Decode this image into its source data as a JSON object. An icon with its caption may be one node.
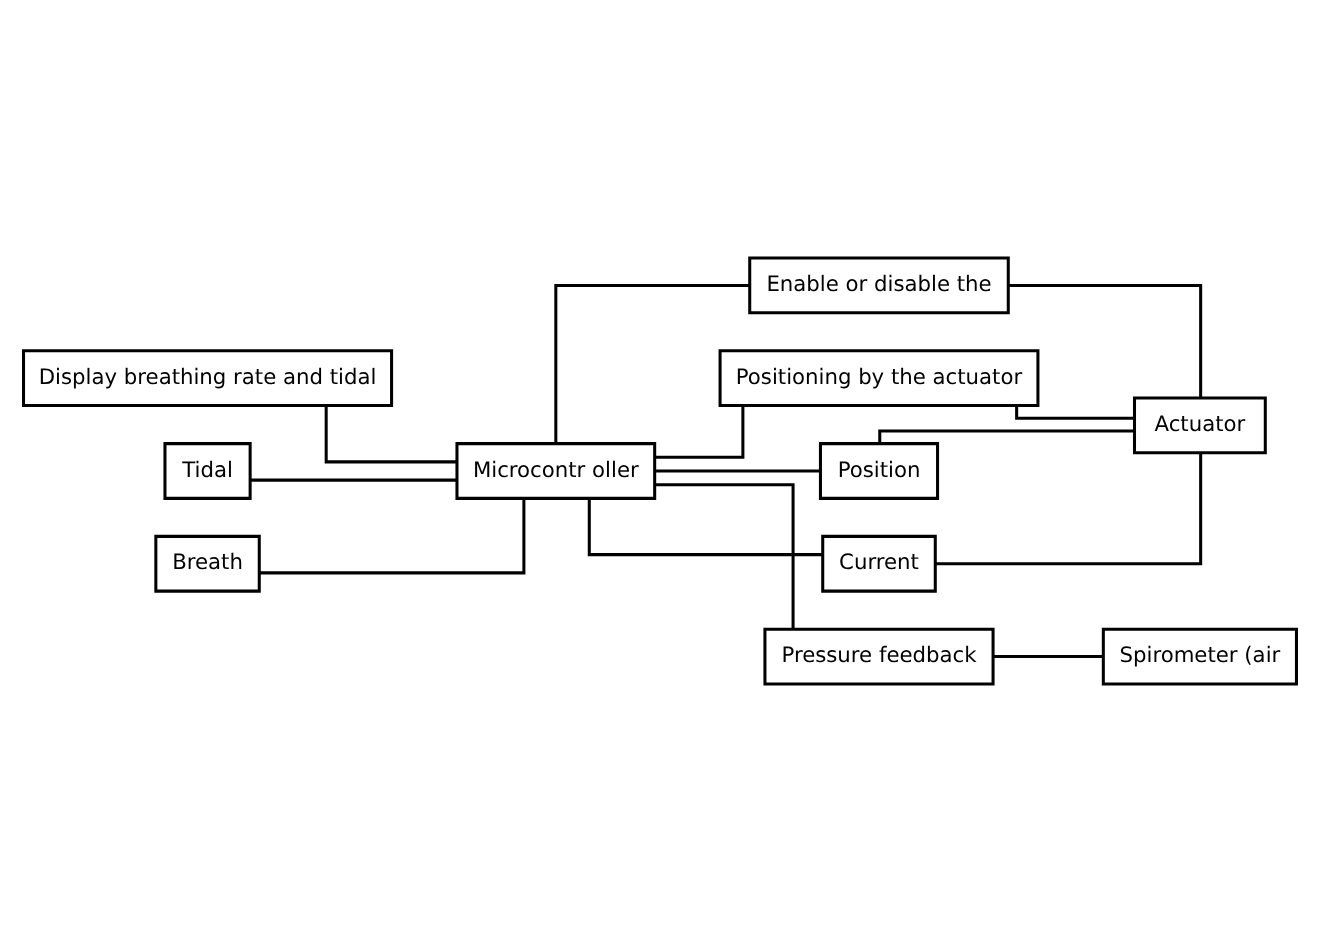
{
  "diagram": {
    "nodes": [
      {
        "text": [
          "Display breathing rate and tidal"
        ]
      },
      {
        "text": [
          "Spirometer (air"
        ]
      },
      {
        "text": [
          "Tidal"
        ]
      },
      {
        "text": [
          "Enable or disable the"
        ]
      },
      {
        "text": [
          "Microcontr oller"
        ]
      },
      {
        "text": [
          "Actuator"
        ]
      },
      {
        "text": [
          "Breath"
        ]
      },
      {
        "text": [
          "Positioning by the actuator"
        ]
      },
      {
        "text": [
          "Position"
        ]
      },
      {
        "text": [
          "Current"
        ]
      },
      {
        "text": [
          "Pressure feedback"
        ]
      }
    ],
    "edges": [
      {
        "from": 0,
        "to": 4,
        "arrow": "none"
      },
      {
        "from": 2,
        "to": 4,
        "arrow": "none"
      },
      {
        "from": 6,
        "to": 4,
        "arrow": "none"
      },
      {
        "from": 4,
        "to": 3,
        "arrow": "none"
      },
      {
        "from": 4,
        "to": 7,
        "arrow": "none"
      },
      {
        "from": 3,
        "to": 5,
        "arrow": "none"
      },
      {
        "from": 7,
        "to": 5,
        "arrow": "none"
      },
      {
        "from": 4,
        "to": 8,
        "arrow": "none"
      },
      {
        "from": 8,
        "to": 5,
        "arrow": "none"
      },
      {
        "from": 4,
        "to": 9,
        "arrow": "none"
      },
      {
        "from": 9,
        "to": 5,
        "arrow": "none"
      },
      {
        "from": 4,
        "to": 10,
        "arrow": "none"
      },
      {
        "from": 10,
        "to": 1,
        "arrow": "none"
      }
    ]
  }
}
